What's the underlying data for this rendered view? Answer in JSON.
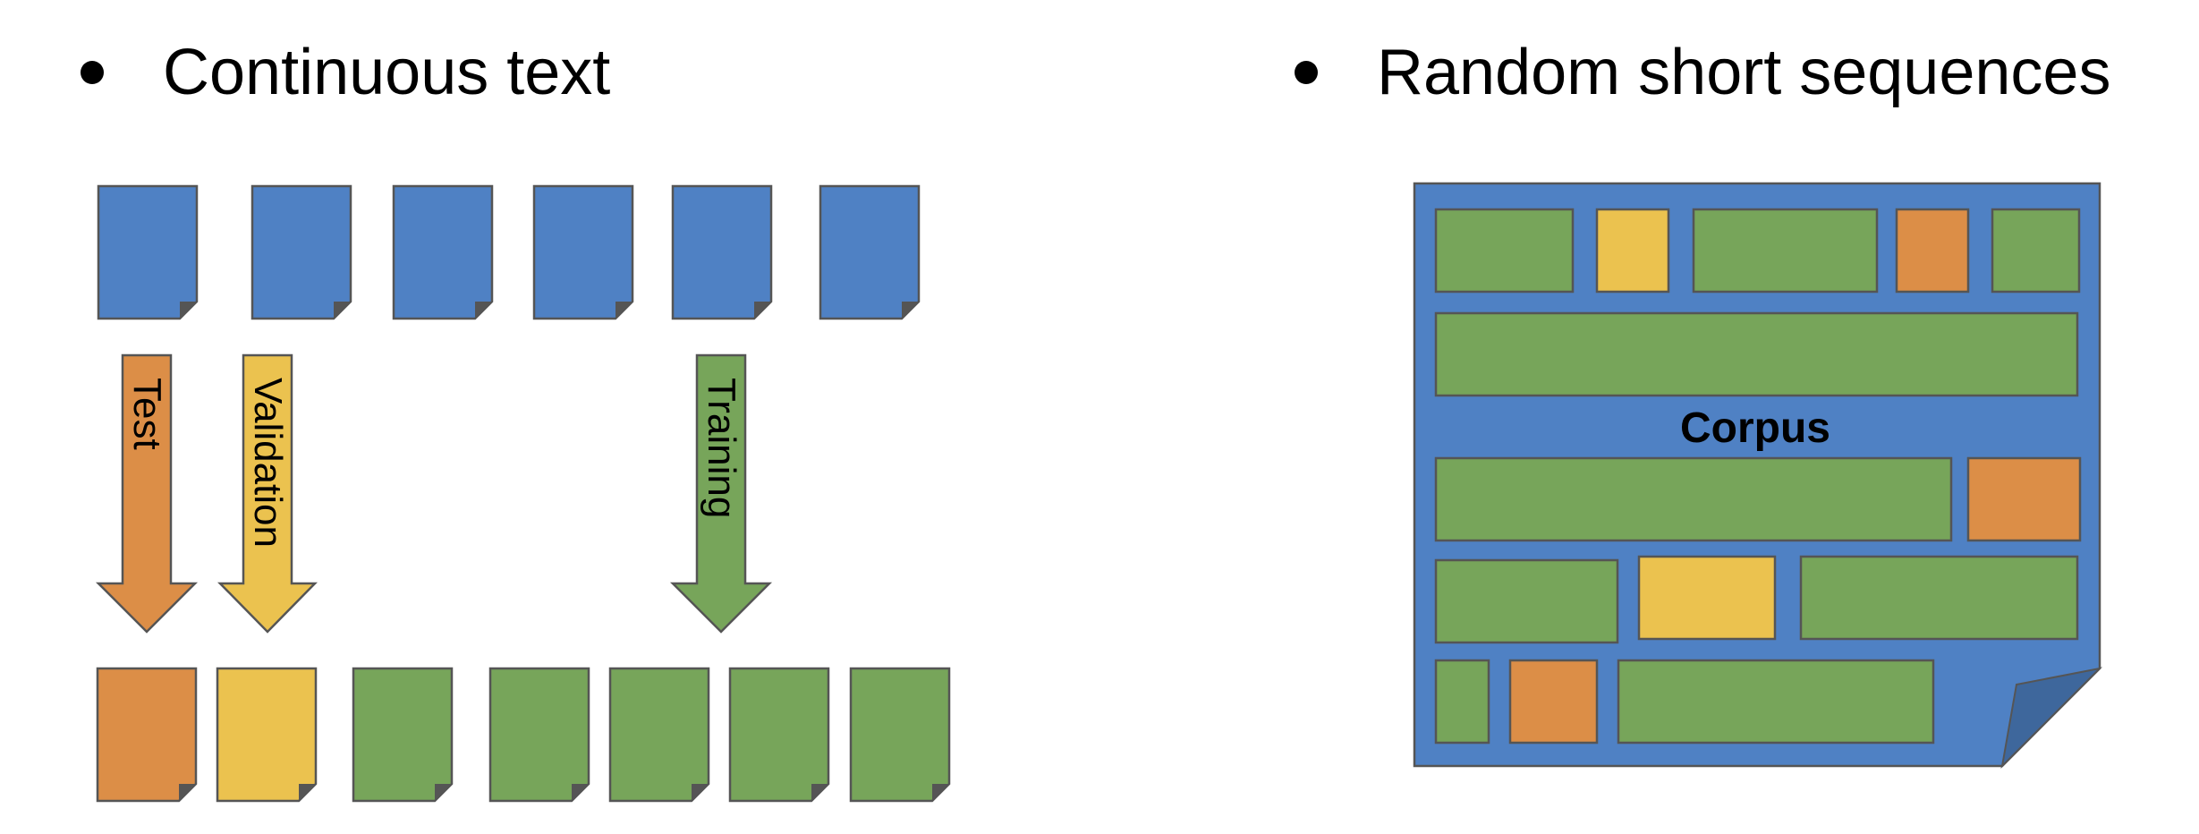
{
  "left_heading": "Continuous text",
  "right_heading": "Random short sequences",
  "arrows": {
    "test": "Test",
    "validation": "Validation",
    "training": "Training"
  },
  "corpus_label": "Corpus",
  "colors": {
    "document": "#4f81c4",
    "test": "#dc8e47",
    "validation": "#ebc24f",
    "training": "#77a55a",
    "outline": "#555555",
    "fold": "#3e679c"
  }
}
